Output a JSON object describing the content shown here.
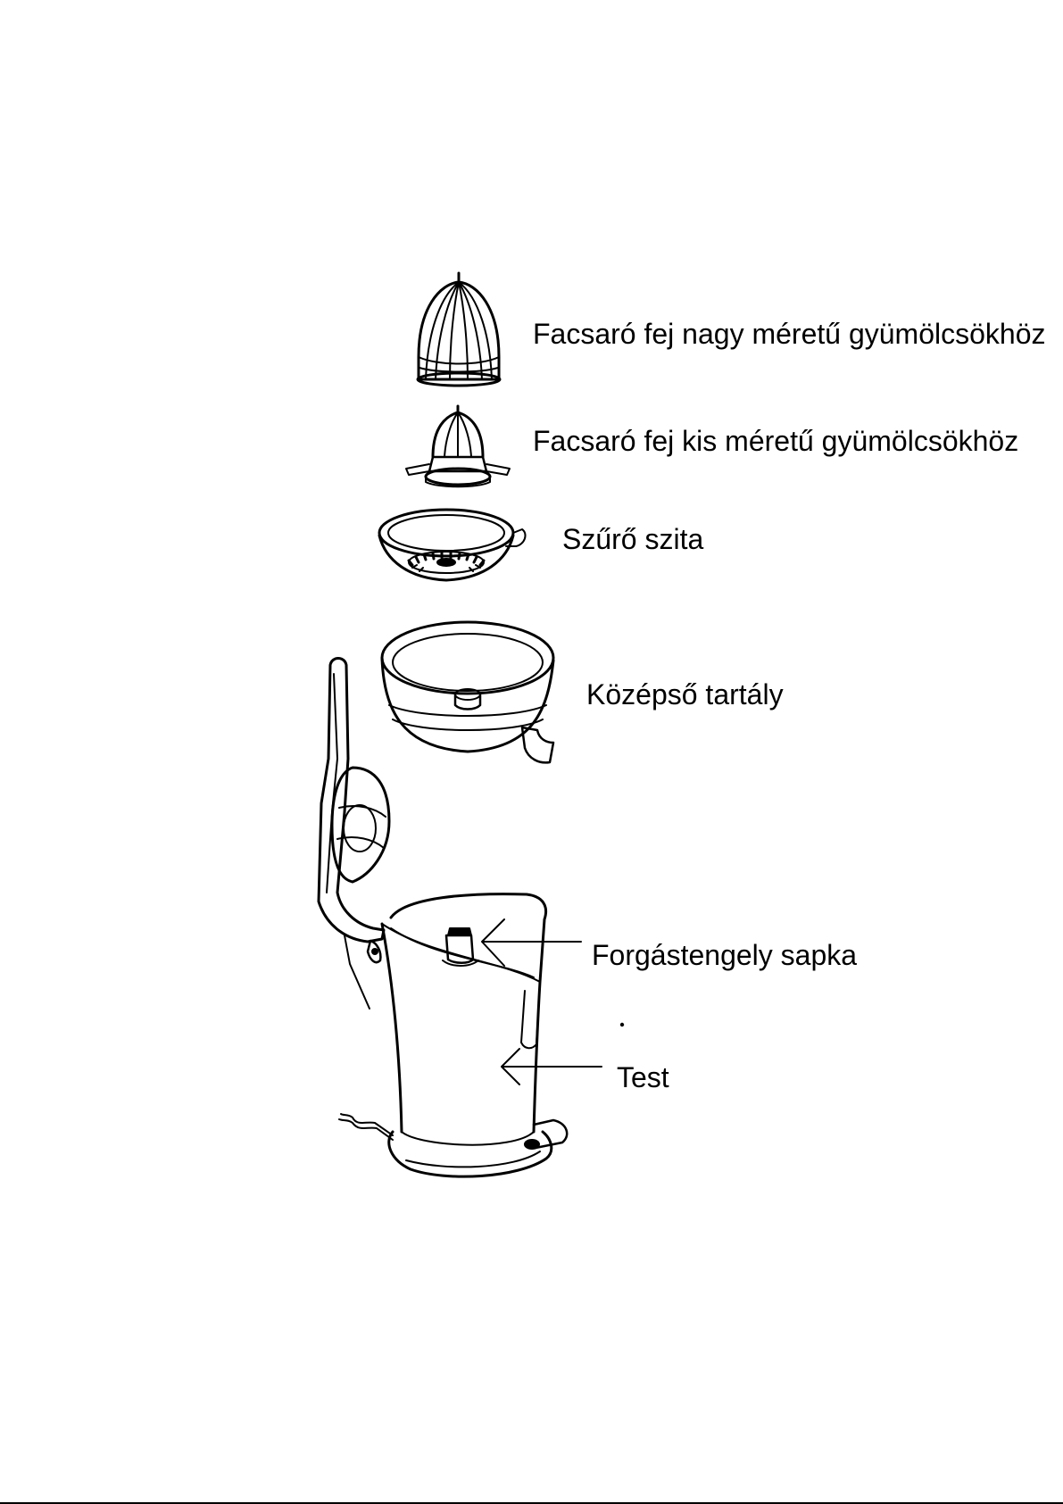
{
  "diagram": {
    "parts": [
      {
        "id": "large-reamer",
        "label": "Facsaró fej nagy méretű gyümölcsökhöz"
      },
      {
        "id": "small-reamer",
        "label": "Facsaró fej kis méretű gyümölcsökhöz"
      },
      {
        "id": "strainer-sieve",
        "label": "Szűrő szita"
      },
      {
        "id": "middle-container",
        "label": "Középső tartály"
      },
      {
        "id": "spindle-cap",
        "label": "Forgástengely sapka"
      },
      {
        "id": "motor-body",
        "label": "Test"
      }
    ]
  }
}
